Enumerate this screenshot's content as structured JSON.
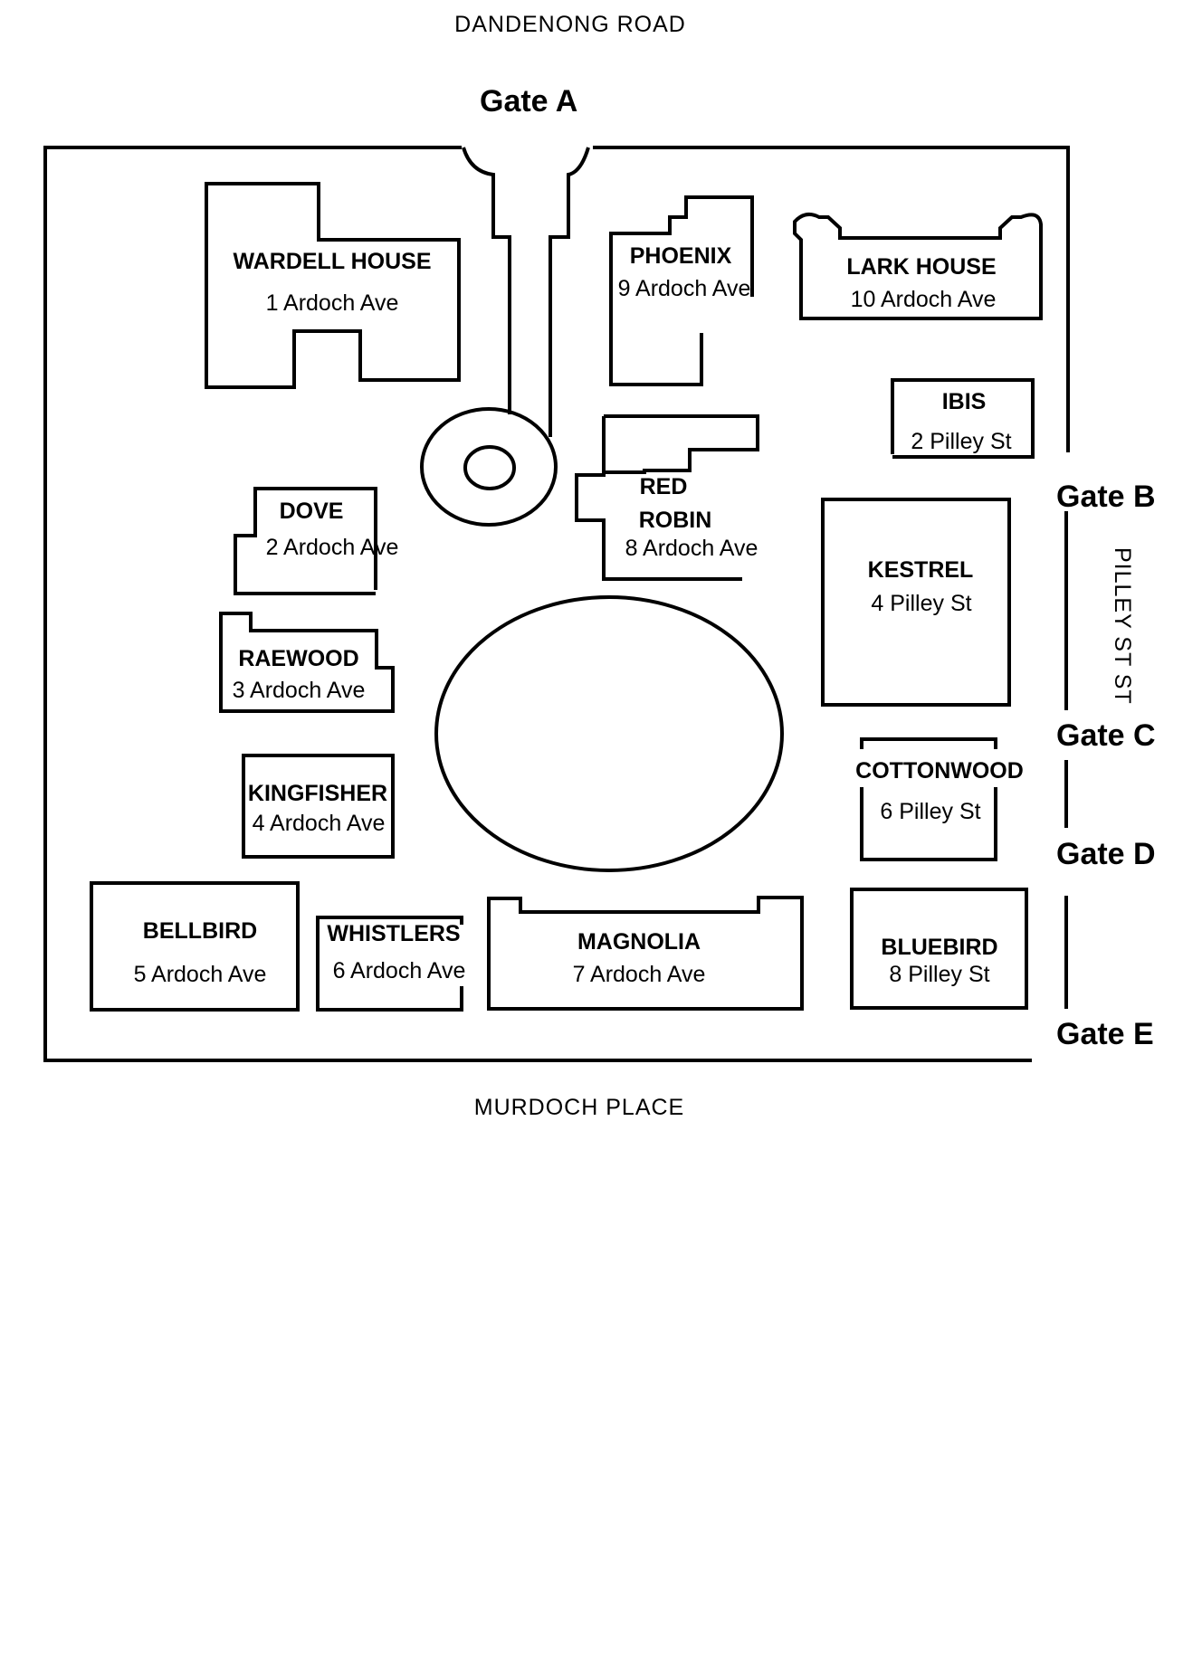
{
  "streets": {
    "north": "DANDENONG   ROAD",
    "south": "MURDOCH   PLACE",
    "east": "PILLEY ST ST"
  },
  "gates": [
    "Gate A",
    "Gate B",
    "Gate C",
    "Gate D",
    "Gate E"
  ],
  "buildings": [
    {
      "name": "WARDELL HOUSE",
      "address": "1 Ardoch Ave"
    },
    {
      "name": "PHOENIX",
      "address": "9 Ardoch Ave"
    },
    {
      "name": "LARK HOUSE",
      "address": "10 Ardoch Ave"
    },
    {
      "name": "IBIS",
      "address": "2 Pilley St"
    },
    {
      "name": "RED",
      "name2": "ROBIN",
      "address": "8 Ardoch Ave"
    },
    {
      "name": "DOVE",
      "address": "2 Ardoch Ave"
    },
    {
      "name": "KESTREL",
      "address": "4 Pilley St"
    },
    {
      "name": "RAEWOOD",
      "address": "3 Ardoch Ave"
    },
    {
      "name": "COTTONWOOD",
      "address": "6 Pilley St"
    },
    {
      "name": "KINGFISHER",
      "address": "4 Ardoch Ave"
    },
    {
      "name": "BELLBIRD",
      "address": "5 Ardoch Ave"
    },
    {
      "name": "WHISTLERS",
      "address": "6 Ardoch Ave"
    },
    {
      "name": "MAGNOLIA",
      "address": "7 Ardoch Ave"
    },
    {
      "name": "BLUEBIRD",
      "address": "8 Pilley St"
    }
  ]
}
